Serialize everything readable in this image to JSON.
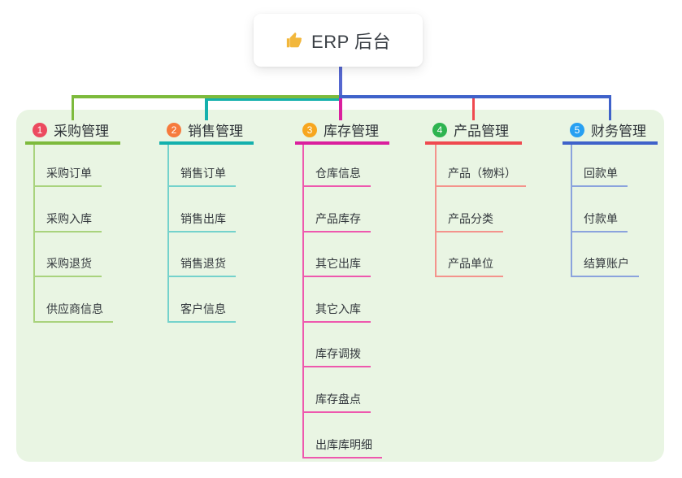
{
  "root": {
    "icon": "thumbs-up-icon",
    "label": "ERP 后台",
    "line_color": "#5567d0"
  },
  "panel": {
    "bg": "#e9f5e3"
  },
  "branches": [
    {
      "num": "1",
      "title": "采购管理",
      "badge_color": "#ec4a5f",
      "line_color": "#7dba3c",
      "light_color": "#a9d37d",
      "children": [
        "采购订单",
        "采购入库",
        "采购退货",
        "供应商信息"
      ]
    },
    {
      "num": "2",
      "title": "销售管理",
      "badge_color": "#f67a3c",
      "line_color": "#14b0ad",
      "light_color": "#74d2cc",
      "children": [
        "销售订单",
        "销售出库",
        "销售退货",
        "客户信息"
      ]
    },
    {
      "num": "3",
      "title": "库存管理",
      "badge_color": "#f7a61f",
      "line_color": "#da1f9d",
      "light_color": "#ee58ae",
      "children": [
        "仓库信息",
        "产品库存",
        "其它出库",
        "其它入库",
        "库存调拨",
        "库存盘点",
        "出库库明细"
      ]
    },
    {
      "num": "4",
      "title": "产品管理",
      "badge_color": "#2eb450",
      "line_color": "#ef494f",
      "light_color": "#f4938c",
      "children": [
        "产品（物料）",
        "产品分类",
        "产品单位"
      ]
    },
    {
      "num": "5",
      "title": "财务管理",
      "badge_color": "#28a0f2",
      "line_color": "#3f62ca",
      "light_color": "#8ba3dd",
      "children": [
        "回款单",
        "付款单",
        "结算账户"
      ]
    }
  ]
}
